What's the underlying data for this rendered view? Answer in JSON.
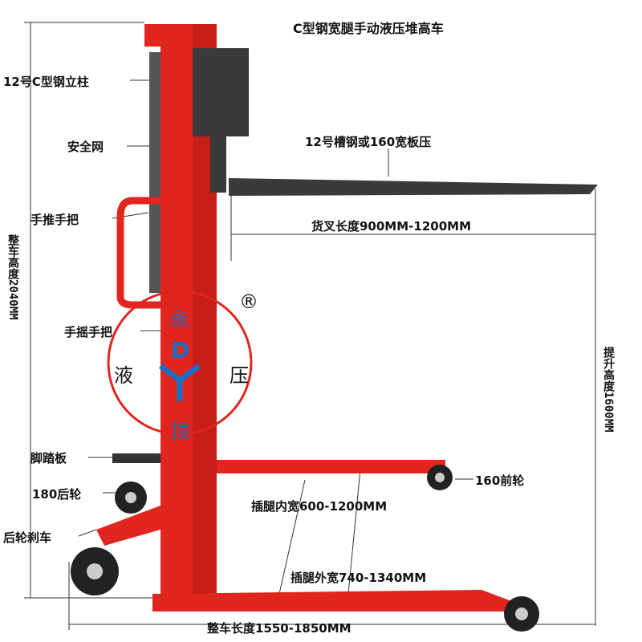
{
  "title": "C型钢宽腿手动液压堆高车",
  "labels": {
    "column": "12号C型钢立柱",
    "safety_net": "安全网",
    "push_handle": "手推手把",
    "pump_handle": "手摇手把",
    "pedal": "脚踏板",
    "rear_wheel": "180后轮",
    "rear_brake": "后轮刹车",
    "fork_material": "12号槽钢或160宽板压",
    "fork_length": "货叉长度900MM-1200MM",
    "front_wheel": "160前轮",
    "inner_width": "插腿内宽600-1200MM",
    "outer_width": "插腿外宽740-1340MM",
    "total_length": "整车长度1550-1850MM",
    "total_height": "整车高度2040MM",
    "lift_height": "提升高度1600MM"
  },
  "logo": {
    "top": "永",
    "left": "液",
    "right": "压",
    "bottom": "顶",
    "center": "D",
    "registered": "®"
  },
  "colors": {
    "frame": "#e0261f",
    "fork": "#3a3a3a",
    "logo_ring": "#e0261f",
    "logo_text": "#1a6fc4"
  }
}
